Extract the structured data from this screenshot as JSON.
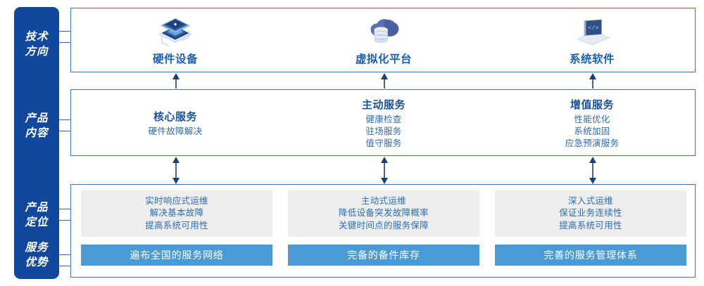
{
  "sidebar": {
    "background_color": "#12479e",
    "labels": [
      {
        "name": "tech-direction",
        "line1": "技术",
        "line2": "方向"
      },
      {
        "name": "product-content",
        "line1": "产品",
        "line2": "内容"
      },
      {
        "name": "product-positioning",
        "line1": "产品",
        "line2": "定位"
      },
      {
        "name": "service-advantage",
        "line1": "服务",
        "line2": "优势"
      }
    ]
  },
  "tech_direction": {
    "items": [
      {
        "icon": "server-stack-icon",
        "label": "硬件设备"
      },
      {
        "icon": "cloud-database-icon",
        "label": "虚拟化平台"
      },
      {
        "icon": "laptop-code-icon",
        "label": "系统软件"
      }
    ]
  },
  "product_content": {
    "columns": [
      {
        "title": "核心服务",
        "items": [
          "硬件故障解决"
        ]
      },
      {
        "title": "主动服务",
        "items": [
          "健康检查",
          "驻场服务",
          "值守服务"
        ]
      },
      {
        "title": "增值服务",
        "items": [
          "性能优化",
          "系统加固",
          "应急预演服务"
        ]
      }
    ]
  },
  "product_positioning": {
    "cards": [
      {
        "lines": [
          "实时响应式运维",
          "解决基本故障",
          "提高系统可用性"
        ]
      },
      {
        "lines": [
          "主动式运维",
          "降低设备突发故障概率",
          "关键时间点的服务保障"
        ]
      },
      {
        "lines": [
          "深入式运维",
          "保证业务连续性",
          "提高系统可用性"
        ]
      }
    ]
  },
  "service_advantage": {
    "bars": [
      {
        "label": "遍布全国的服务网络"
      },
      {
        "label": "完备的备件库存"
      },
      {
        "label": "完善的服务管理体系"
      }
    ]
  },
  "colors": {
    "sidebar_blue": "#12479e",
    "border_blue": "#3b77c4",
    "title_blue": "#17529f",
    "text_blue": "#2c6cb5",
    "bar_blue": "#4a9bd5",
    "card_gray": "#eeeeee",
    "arrow_navy": "#1f3f7a"
  },
  "arrows": {
    "tech_up": "arrow-up",
    "content_both": "arrow-up-down"
  }
}
